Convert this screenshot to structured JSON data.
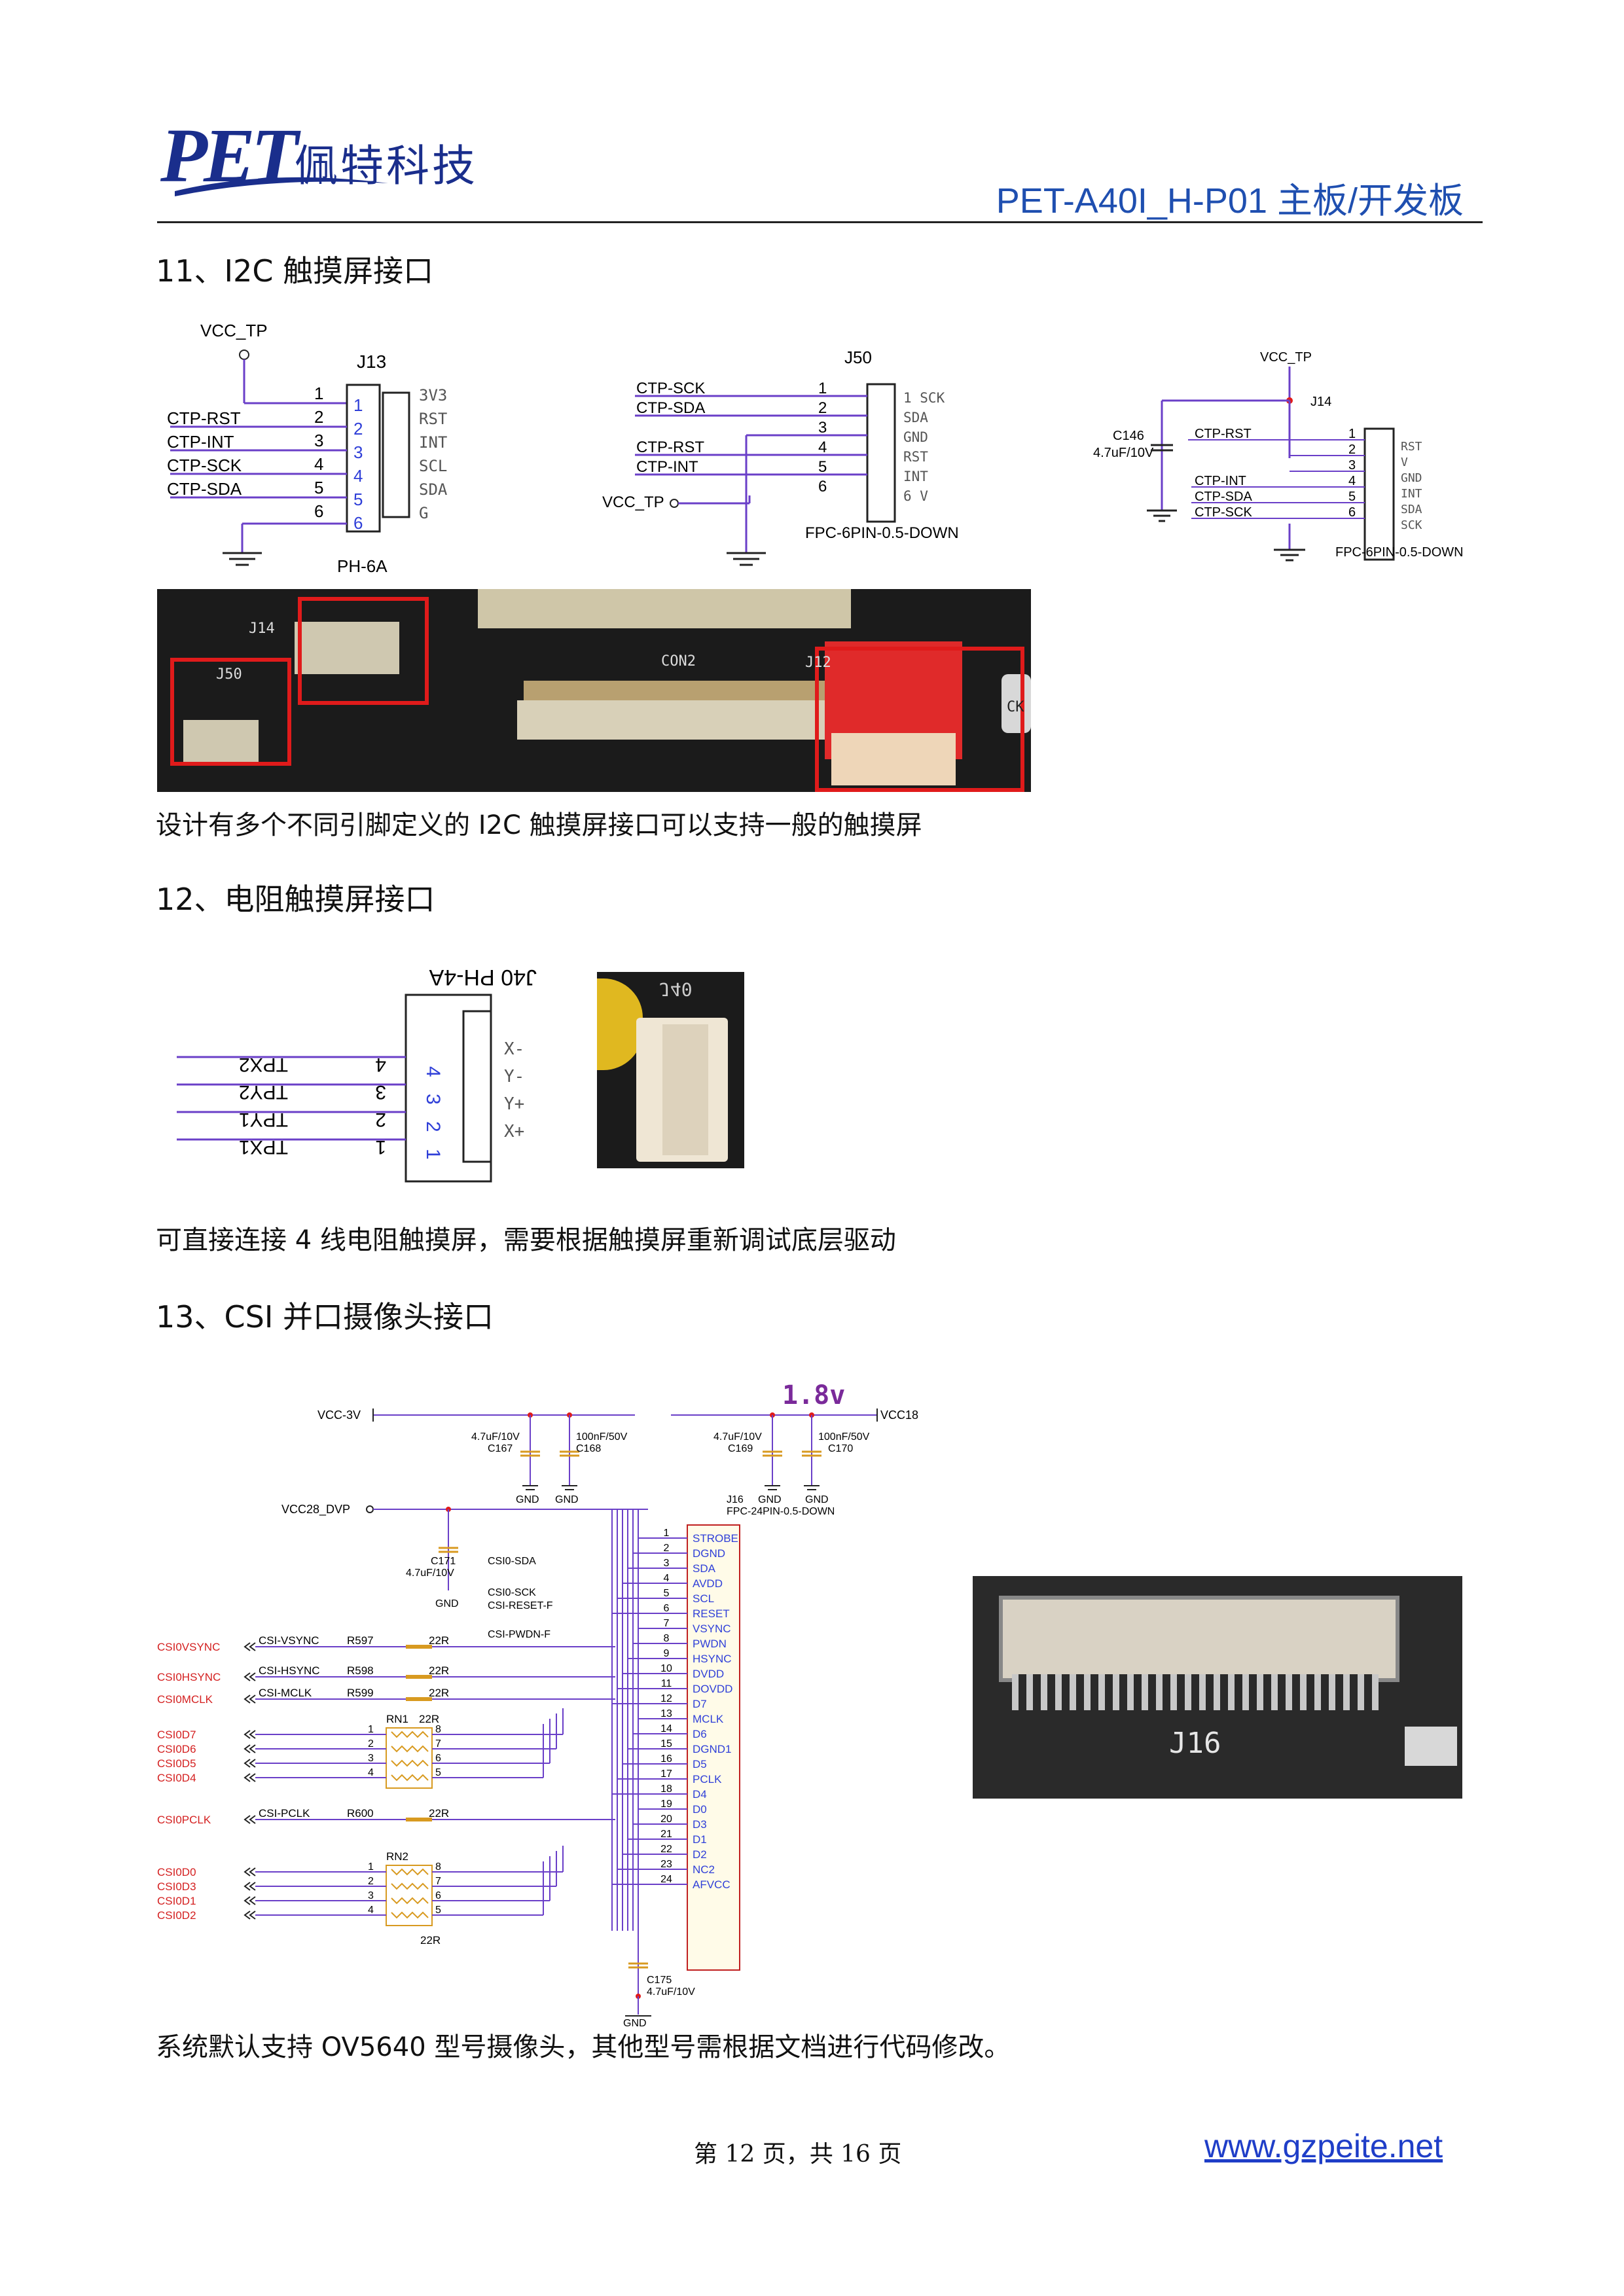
{
  "header": {
    "logo_text": "PET",
    "logo_cn": "佩特科技",
    "doc_title": "PET-A40I_H-P01 主板/开发板"
  },
  "section11": {
    "heading": "11、I2C 触摸屏接口",
    "desc": "设计有多个不同引脚定义的 I2C 触摸屏接口可以支持一般的触摸屏",
    "j13": {
      "ref": "J13",
      "part": "PH-6A",
      "power": "VCC_TP",
      "nets": [
        "",
        "CTP-RST",
        "CTP-INT",
        "CTP-SCK",
        "CTP-SDA",
        ""
      ],
      "pins": [
        "1",
        "2",
        "3",
        "4",
        "5",
        "6"
      ],
      "signals": [
        "3V3",
        "RST",
        "INT",
        "SCL",
        "SDA",
        "G"
      ]
    },
    "j50": {
      "ref": "J50",
      "part": "FPC-6PIN-0.5-DOWN",
      "power": "VCC_TP",
      "nets": [
        "CTP-SCK",
        "CTP-SDA",
        "",
        "CTP-RST",
        "CTP-INT",
        ""
      ],
      "pins": [
        "1",
        "2",
        "3",
        "4",
        "5",
        "6"
      ],
      "signals": [
        "SCK",
        "SDA",
        "GND",
        "RST",
        "INT",
        "V"
      ]
    },
    "j14": {
      "ref": "J14",
      "part": "FPC-6PIN-0.5-DOWN",
      "power": "VCC_TP",
      "cap_ref": "C146",
      "cap_val": "4.7uF/10V",
      "nets": [
        "CTP-RST",
        "",
        "",
        "CTP-INT",
        "CTP-SDA",
        "CTP-SCK"
      ],
      "pins": [
        "1",
        "2",
        "3",
        "4",
        "5",
        "6"
      ],
      "signals": [
        "RST",
        "V",
        "GND",
        "INT",
        "SDA",
        "SCK"
      ]
    },
    "photo_labels": [
      "J14",
      "J50",
      "CON2",
      "J12",
      "CK"
    ]
  },
  "section12": {
    "heading": "12、电阻触摸屏接口",
    "desc": "可直接连接 4 线电阻触摸屏，需要根据触摸屏重新调试底层驱动",
    "j40": {
      "title": "J40 PH-4A",
      "nets": [
        "TPX1",
        "TPY1",
        "TPY2",
        "TPX2"
      ],
      "pins": [
        "1",
        "2",
        "3",
        "4"
      ],
      "signals": [
        "X+",
        "Y+",
        "Y-",
        "X-"
      ]
    },
    "photo_label": "J40"
  },
  "section13": {
    "heading": "13、CSI 并口摄像头接口",
    "desc": "系统默认支持 OV5640 型号摄像头，其他型号需根据文档进行代码修改。",
    "voltage_note": "1.8v",
    "rails": [
      "VCC-3V",
      "VCC18",
      "VCC28_DVP"
    ],
    "caps": [
      {
        "ref": "C167",
        "val": "4.7uF/10V"
      },
      {
        "ref": "C168",
        "val": "100nF/50V"
      },
      {
        "ref": "C169",
        "val": "4.7uF/10V"
      },
      {
        "ref": "C170",
        "val": "100nF/50V"
      },
      {
        "ref": "C171",
        "val": "4.7uF/10V"
      },
      {
        "ref": "C175",
        "val": "4.7uF/10V"
      }
    ],
    "gnd": "GND",
    "connector": {
      "ref": "J16",
      "part": "FPC-24PIN-0.5-DOWN"
    },
    "pins": [
      "1",
      "2",
      "3",
      "4",
      "5",
      "6",
      "7",
      "8",
      "9",
      "10",
      "11",
      "12",
      "13",
      "14",
      "15",
      "16",
      "17",
      "18",
      "19",
      "20",
      "21",
      "22",
      "23",
      "24"
    ],
    "signals": [
      "STROBE",
      "DGND",
      "SDA",
      "AVDD",
      "SCL",
      "RESET",
      "VSYNC",
      "PWDN",
      "HSYNC",
      "DVDD",
      "DOVDD",
      "D7",
      "MCLK",
      "D6",
      "DGND1",
      "D5",
      "PCLK",
      "D4",
      "D0",
      "D3",
      "D1",
      "D2",
      "NC2",
      "AFVCC"
    ],
    "nets": [
      "CSI0-SDA",
      "CSI0-SCK",
      "CSI-RESET-F",
      "CSI-PWDN-F"
    ],
    "resistors": [
      {
        "in": "CSI0VSYNC",
        "net": "CSI-VSYNC",
        "ref": "R597",
        "val": "22R"
      },
      {
        "in": "CSI0HSYNC",
        "net": "CSI-HSYNC",
        "ref": "R598",
        "val": "22R"
      },
      {
        "in": "CSI0MCLK",
        "net": "CSI-MCLK",
        "ref": "R599",
        "val": "22R"
      },
      {
        "in": "CSI0PCLK",
        "net": "CSI-PCLK",
        "ref": "R600",
        "val": "22R"
      }
    ],
    "rn1": {
      "ref": "RN1",
      "val": "22R",
      "inputs": [
        "CSI0D7",
        "CSI0D6",
        "CSI0D5",
        "CSI0D4"
      ]
    },
    "rn2": {
      "ref": "RN2",
      "val": "22R",
      "inputs": [
        "CSI0D0",
        "CSI0D3",
        "CSI0D1",
        "CSI0D2"
      ]
    },
    "rn_pins_left": [
      "1",
      "2",
      "3",
      "4"
    ],
    "rn_pins_right": [
      "8",
      "7",
      "6",
      "5"
    ],
    "photo_label": "J16"
  },
  "footer": {
    "page_text": "第 12 页，共 16 页",
    "url": "www.gzpeite.net"
  },
  "colors": {
    "accent_blue": "#1f4fb0",
    "wire_purple": "#6a3fc8",
    "net_red": "#d42020",
    "pin_blue": "#2f3fd8"
  }
}
